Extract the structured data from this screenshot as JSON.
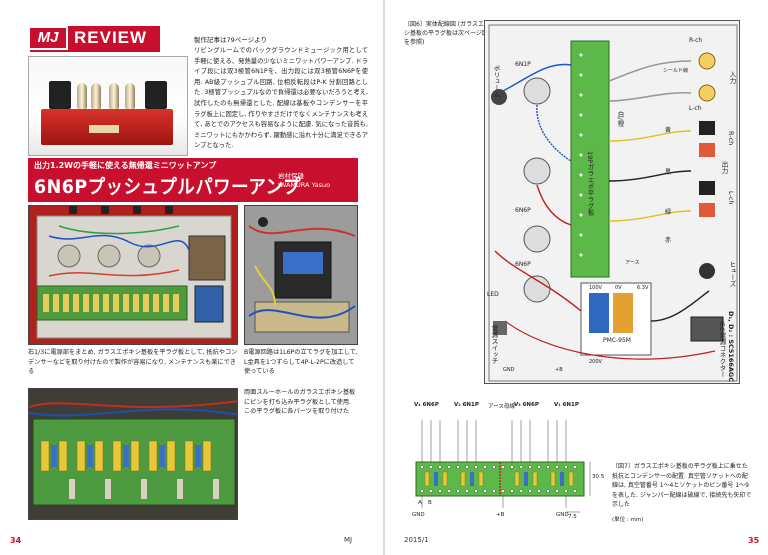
{
  "header": {
    "logo": "MJ",
    "section": "REVIEW"
  },
  "article": {
    "credit": "製作記事は79ページより",
    "intro": "リビングルームでのバックグラウンドミュージック用として手軽に使える、発熱量の少ないミニワットパワーアンプ. ドライブ段には双3極管6N1Pを、出力段には双3極管6N6Pを使用. AB級プッシュプル回路, 位相反転段はP-K 分割回路とした. 3極管プッシュプルなので負帰還は必要ないだろうと考え, 試作したのも無帰還とした. 配線は基板やコンデンサーを平ラグ板上に固定し, 作りやすさだけでなくメンテナンスも考えて, あとでのアクセスも容易なように配慮. 気になった音質も, ミニワットにもかかわらず, 躍動感に溢れ十分に満足できるアンプとなった.",
    "subtitle": "出力1.2Wの手軽に使える無帰還ミニワットアンプ",
    "title": "6N6Pプッシュプルパワーアンプ",
    "author_jp": "岩村保雄",
    "author_en": "IWAMURA Yasuo"
  },
  "captions": {
    "photo_a": "右1/3に電源部をまとめ, ガラスエポキシ基板を平ラグ板として, 抵抗やコンデンサーなどを取り付けたので製作が容易になり, メンテナンスも楽にできる",
    "photo_b": "B電源回路は1L6Pの立てラグを加工して, L金具を1つずらして4P-L-2Pに改造して使っている",
    "photo_c": "両面スルーホールのガラスエポキシ基板にピンを打ち込み平ラグ板として使用. この平ラグ板に各パーツを取り付けた"
  },
  "figure6": {
    "caption": "〔図6〕実体配線図 (ガラスエポキシ基板の平ラグ板は次ページ図7を参照)",
    "labels": {
      "volume": "ボリューム",
      "power_switch": "電源スイッチ",
      "led": "LED",
      "r_ch_in": "R-ch",
      "l_ch_in": "L-ch",
      "input": "入力",
      "shield": "シールド線",
      "r_ch_out": "R-ch",
      "l_ch_out": "L-ch",
      "output": "出力",
      "fuse": "ヒューズ",
      "iec": "IEC電源コネクター",
      "diode": "D₁, D₂ : SC5166AGC",
      "pmc": "PMC-95M",
      "lug_board": "19Pガラエポ平ラグ板",
      "tube_drive": "6N1P",
      "tube_out": "6N6P",
      "white": "白/橙",
      "yellow": "黄",
      "black": "黒",
      "green": "緑",
      "red": "赤",
      "ac100": "100V",
      "ac0": "0V",
      "ac6v": "6.3V",
      "ac200": "200V",
      "chassis_ground": "アース",
      "ground_mark": "GND",
      "bplus": "+B",
      "tube_6n6p_pin": "6N6P"
    }
  },
  "figure7": {
    "caption": "〔図7〕ガラスエポキシ基板の平ラグ板上に乗せた抵抗とコンデンサーの配置. 真空管ソケットへの配線は, 真空管番号 1〜4とソケットのピン番号 1〜9を表した. ジャンパー配線は破線で, 接続先も矢印で示した",
    "unit": "(単位 : mm)",
    "col_labels": [
      "V₄ 6N6P",
      "V₂ 6N1P",
      "アース母線",
      "V₃ 6N6P",
      "V₁ 6N1P"
    ],
    "dim_h": "30.5",
    "dim_w": "7.5",
    "pin_labels": [
      "GND",
      "+B",
      "GND"
    ],
    "letters": [
      "A",
      "B"
    ]
  },
  "footer": {
    "page_left": "34",
    "magazine": "MJ",
    "issue": "2015/1",
    "page_right": "35"
  },
  "colors": {
    "brand_red": "#c8102e",
    "board_green": "#5db84a",
    "chassis_red": "#b0201c"
  }
}
